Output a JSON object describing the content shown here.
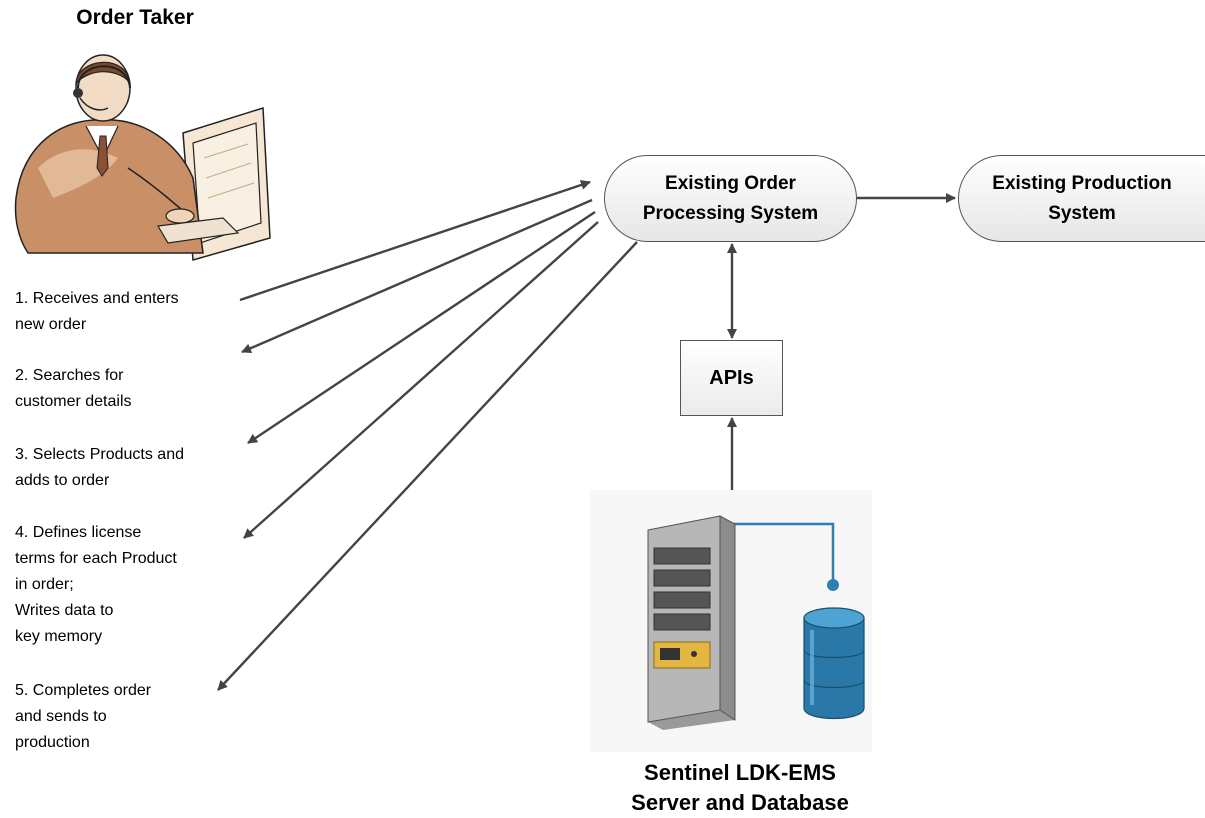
{
  "order_taker": {
    "title": "Order Taker",
    "steps": [
      {
        "lines": [
          "1. Receives and enters",
          "new order"
        ]
      },
      {
        "lines": [
          "2. Searches for",
          "customer details"
        ]
      },
      {
        "lines": [
          "3. Selects Products and",
          "adds to order"
        ]
      },
      {
        "lines": [
          "4. Defines license",
          "terms for each Product",
          "in order;",
          "Writes data to",
          "key memory"
        ]
      },
      {
        "lines": [
          "5. Completes order",
          "and sends to",
          "production"
        ]
      }
    ]
  },
  "nodes": {
    "order_processing": [
      "Existing Order",
      "Processing System"
    ],
    "production": [
      "Existing Production",
      "System"
    ],
    "apis": "APIs",
    "server": [
      "Sentinel LDK-EMS",
      "Server and Database"
    ]
  },
  "icons": {
    "person": "person-at-computer-icon",
    "server": "server-tower-icon",
    "database": "database-barrel-icon"
  },
  "colors": {
    "arrow": "#444444",
    "node_border": "#555555",
    "skin": "#b07a55",
    "database": "#2e7fb0"
  }
}
